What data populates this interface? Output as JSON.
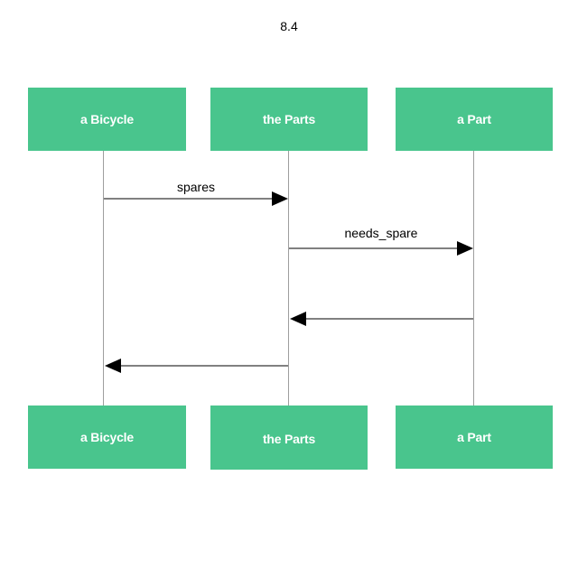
{
  "title": "8.4",
  "participants": {
    "bicycle": "a Bicycle",
    "parts": "the Parts",
    "part": "a Part"
  },
  "messages": [
    {
      "label": "spares",
      "from": "a Bicycle",
      "to": "the Parts"
    },
    {
      "label": "needs_spare",
      "from": "the Parts",
      "to": "a Part"
    },
    {
      "label": "",
      "from": "a Part",
      "to": "the Parts"
    },
    {
      "label": "",
      "from": "the Parts",
      "to": "a Bicycle"
    }
  ],
  "colors": {
    "participant_fill": "#49c58d",
    "participant_text": "#ffffff",
    "lifeline": "#9e9e9e",
    "arrow": "#000000"
  }
}
